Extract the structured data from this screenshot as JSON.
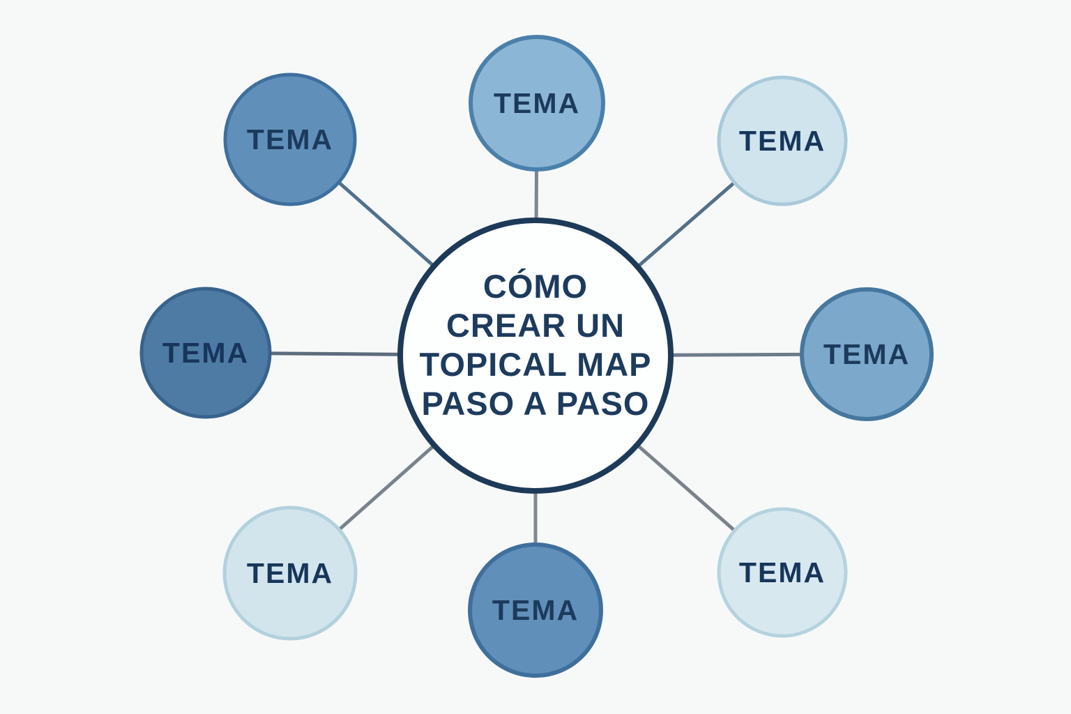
{
  "background_color": "#f7f9f9",
  "center": {
    "title_lines": [
      "CÓMO",
      "CREAR UN",
      "TOPICAL MAP",
      "PASO A PASO"
    ],
    "fill": "#fdfefe",
    "stroke": "#1d3a58",
    "text_color": "#1d3b5d"
  },
  "nodes": [
    {
      "id": "top-left",
      "label": "TEMA",
      "fill": "#6090ba",
      "stroke": "#3e6f9e",
      "text_color": "#1c3a5c"
    },
    {
      "id": "top",
      "label": "TEMA",
      "fill": "#8cb6d5",
      "stroke": "#4a80ab",
      "text_color": "#1c3a5c"
    },
    {
      "id": "top-right",
      "label": "TEMA",
      "fill": "#d0e4ee",
      "stroke": "#a9cadb",
      "text_color": "#17365b"
    },
    {
      "id": "left",
      "label": "TEMA",
      "fill": "#4d7ba4",
      "stroke": "#38638d",
      "text_color": "#17345a"
    },
    {
      "id": "right",
      "label": "TEMA",
      "fill": "#7ba8cb",
      "stroke": "#45779f",
      "text_color": "#1c3a5c"
    },
    {
      "id": "bottom-left",
      "label": "TEMA",
      "fill": "#d3e5ec",
      "stroke": "#b3d1dd",
      "text_color": "#17365b"
    },
    {
      "id": "bottom",
      "label": "TEMA",
      "fill": "#6090b9",
      "stroke": "#3f6f9c",
      "text_color": "#1c3a5c"
    },
    {
      "id": "bottom-right",
      "label": "TEMA",
      "fill": "#d8e8ef",
      "stroke": "#b5d3de",
      "text_color": "#17365b"
    }
  ],
  "connectors": [
    {
      "to": "top-left",
      "color": "#52708c"
    },
    {
      "to": "top",
      "color": "#7e868e"
    },
    {
      "to": "top-right",
      "color": "#54708a"
    },
    {
      "to": "left",
      "color": "#5d6c7b"
    },
    {
      "to": "right",
      "color": "#6e7c89"
    },
    {
      "to": "bottom-left",
      "color": "#79838d"
    },
    {
      "to": "bottom",
      "color": "#82888e"
    },
    {
      "to": "bottom-right",
      "color": "#7a828a"
    }
  ]
}
